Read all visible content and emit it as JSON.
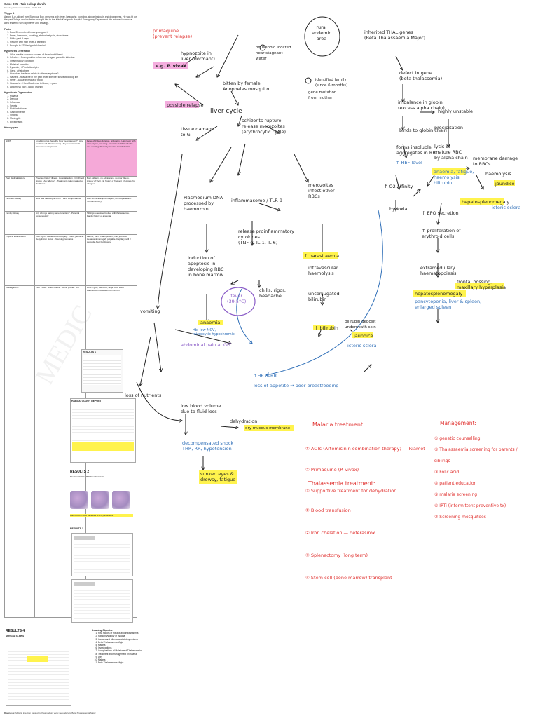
{
  "document": {
    "title": "Case 005 - Tak cukup darah",
    "subtitle": "Tuesday, 3 December 2024 · 10:30 AM",
    "trigger_label": "Trigger 1",
    "trigger_text": "Aaron, 6-yr-old girl from Bang kat Boy, presents with fever, headache, vomiting, abdominal pain and drowsiness. He was fit for the past 3 days and his father brought him to the Klinik Kesigmah Hospital Emergency Department. He returned from rural area endemic with high fever and lethargy.",
    "facts_label": "Facts",
    "facts": [
      "Boss 22-month-old male young sort",
      "Fever, headache, vomiting, abdominal pain, drowsiness",
      "Fit for past 3 days",
      "Returns with high fever & lethargy",
      "Brought to ED Kesigmah Hospital"
    ],
    "hypothesis_label": "Hypothesis Generation",
    "hypotheses": [
      "What are the common causes of fever in children?",
      "Infective - Gram positive influenza, dengue, parasitic infection",
      "Inflammatory condition",
      "Malaria / parasitic",
      "Dysentery / Prostatic origin",
      "Gene, what others"
    ],
    "questions": [
      "How does the fever relate to other symptoms?",
      "Nausea - headache in the past fever spectre, suspected drop lips",
      "Fever - cause increase of blood",
      "Headache - Hand fluids rise to blood, in pain",
      "Abdominal pain - Blood draining"
    ],
    "hyp_org_label": "Hypothesis Organisation",
    "hyp_org": [
      "Malaria",
      "Dengue",
      "Influenza",
      "Sepsis",
      "Fluid imbalance",
      "Gastroenteritis",
      "Shigella",
      "Meningitis",
      "Encephalitis"
    ],
    "history_label": "History plan",
    "history_rows": [
      {
        "head": "HOPI",
        "q": "Lived long has there the fever been present? · Any medication? (Paracetamol) · Any recent travel? · Associated symptoms?",
        "f": "Fever of 3 days duration, undulating. High fever with chills, rigors, sweating. Associated with headache and vomiting. Recently travel to a rural district."
      },
      {
        "head": "Past Medical History",
        "q": "Previous history illness · Hospitalisation · Childhood history · Any allergy? · Treatments taken related to the illness",
        "f": "Born full term, no admissions, no prior illness. History of SVD. No history of frequent infections. No allergies."
      },
      {
        "head": "Perinatal History",
        "q": "How was the baby at birth? · Birth complications",
        "f": "Born at the assigned hospital, no complications. Normal delivery."
      },
      {
        "head": "Family History",
        "q": "Any siblings having same condition? · Parental consanguinity",
        "f": "Siblings: one older brother with thalassaemia. Family history of anaemia."
      },
      {
        "head": "Physical Examination",
        "q": "Vital signs · Hepatosplenomegaly · Pallor, jaundice · Dehydration status · Neurological status",
        "f": "Febrile, 39°C. Pallor present, mild jaundice. Hepatosplenomegaly palpable. Capillary refill 3 seconds. Alert but drowsy."
      },
      {
        "head": "Investigations",
        "q": "FBC · PBF · Blood culture · Renal profile · LFT",
        "f": "Hb 6.2 g/dL, low MCV, target cells seen. Plasmodium vivax seen on thin film."
      }
    ],
    "results_labels": [
      "RESULTS 1",
      "HAEMATOLOGY REPORT",
      "RESULTS 2",
      "RESULTS 3"
    ],
    "results2_caption": "Giemsa stained thin blood smears",
    "results2_note": "Plasmodium vivax parasites: 1-5% parasitemia",
    "results_bottom_label": "RESULTS 4",
    "results_bottom_sub": "SPECIAL STAINS",
    "learning_label": "Learning Objective",
    "learning": [
      "Risk factors of malaria and thalassaemia",
      "Pathophysiology of malaria",
      "Causes and other associated symptoms",
      "Beta-Thalassaemia Major",
      "Malaria",
      "Investigations",
      "Complications of Malaria and Thalassaemia",
      "Treatment and management of malaria",
      "Diet",
      "Malaria",
      "Beta-Thalassaemia Major"
    ],
    "diagnosis_label": "Diagnosis:",
    "diagnosis_text": "Malaria infection caused by Plasmodium vivax secondary to Beta-Thalassaemia Major",
    "watermark": "MEDIC"
  },
  "map": {
    "primaquine": "primaquine\n(prevent relapse)",
    "hypnozoite": "hypnozoite in\nliver (dormant)",
    "p_vivax": "e.g. P. vivax",
    "possible_relapse": "possible relapse",
    "liver_cycle": "liver cycle",
    "tissue_damage": "tissue damage\nto GIT",
    "vomiting": "vomiting",
    "loss_nutrients": "loss of nutrients",
    "fluid_loss": "low blood volume\ndue to fluid loss",
    "dehydration": "dehydration",
    "decompensated": "decompensated shock\nTHR, RR, hypotension",
    "dry_mucous": "dry mucous membrane",
    "sunken_eyes": "sunken eyes &\ndrowsy, fatigue",
    "mosquito": "female Anopheles\nmosquito",
    "household": "household located\nnear stagnant\nwater",
    "infected_female": "bitten by female\nAnopheles mosquito",
    "rural_area": "rural\nendemic\narea",
    "genetic": "inherited THAL genes\n(Beta Thalassaemia Major)",
    "identified": "identified family\n(since 6 months)",
    "gene_mutation": "gene mutation\nfrom mother",
    "schizont": "schizonts rupture,\nrelease merozoites\n(erythrocytic cycle)",
    "pigment": "Plasmodium DNA\nprocessed by\nhaemozoin",
    "inflammasome": "inflammasome / TLR-9",
    "release_cytokine": "release proinflammatory\ncytokines\n(TNF-α, IL-1, IL-6)",
    "merozoites": "merozoites\ninfect other\nRBCs",
    "parasitemia": "↑ parasitaemia",
    "intravascular": "intravascular\nhaemolysis",
    "apoptosis": "induction of\napoptosis in\ndeveloping RBC\nin bone marrow",
    "anaemia": "anaemia",
    "anaemia_sub": "Hb, low MCV,\nmicrocytic hypochromic",
    "fever": "fever\n(39.5°C)",
    "chills": "chills, rigor,\nheadache",
    "bilirubin": "unconjugated\nbilirubin",
    "jaundice_raised": "↑ bilirubin",
    "bilirubin_deposit": "bilirubin deposit\nunderneath skin",
    "jaundice": "jaundice",
    "sclera": "icteric sclera",
    "abdominal_pain": "abdominal pain at GIT",
    "thr_rr": "↑HR & RR",
    "loss_appetite": "loss of appetite → poor breastfeeding",
    "defect_gene": "defect in gene\n(beta thalassemia)",
    "imbalance": "imbalance in globin\n(excess alpha chain)",
    "binds": "binds to globin chain",
    "forms_hbf": "forms insoluble\naggregates in RBC",
    "hbf_up": "↑ HbF level",
    "o2_affinity": "↑ O2 affinity",
    "hypoxia": "hypoxia",
    "unstable": "highly unstable",
    "precipitation": "precipitation",
    "lysis": "lysis of\nmature RBC\nby alpha chain",
    "membrane": "membrane damage\nto RBCs",
    "anaemia2": "anaemia, fatigue,\nhaemolysis\nbilirubin",
    "haemolysis": "haemolysis",
    "hepatosplenomegaly": "hepatosplenomegaly",
    "jaundice2": "jaundice",
    "sclera2": "icteric sclera",
    "epo": "↑ EPO secretion",
    "proliferation": "↑ proliferation of\nerythroid cells",
    "extramedullary": "extramedullary\nhaematopoiesis",
    "frontal_bossing": "frontal bossing,\nmaxillary hyperplasia",
    "hepatosplenomegaly2": "hepatosplenomegaly",
    "hemochromatosis": "pancytopenia, liver & spleen,\nenlarged spleen",
    "malaria_title": "Malaria treatment:",
    "malaria_tx": [
      "ACTs (Artemisinin combination therapy) — Riamet",
      "Primaquine (P. vivax)",
      "Supportive treatment for dehydration"
    ],
    "thal_title": "Thalassemia treatment:",
    "thal_tx": [
      "Blood transfusion",
      "Iron chelation — deferasirox",
      "Splenectomy (long term)",
      "Stem cell (bone marrow) transplant"
    ],
    "mgmt_title": "Management:",
    "mgmt": [
      "genetic counselling",
      "Thalassaemia screening for parents / siblings",
      "Folic acid",
      "patient education",
      "malaria screening",
      "IPTi (intermittent preventive tx)",
      "Screening mosquitoes"
    ]
  },
  "colors": {
    "ink": "#222222",
    "red": "#e0312f",
    "blue": "#2f6fb8",
    "purple": "#8a5cc7",
    "yellow": "#fff34d",
    "pink": "#f08ad0"
  }
}
